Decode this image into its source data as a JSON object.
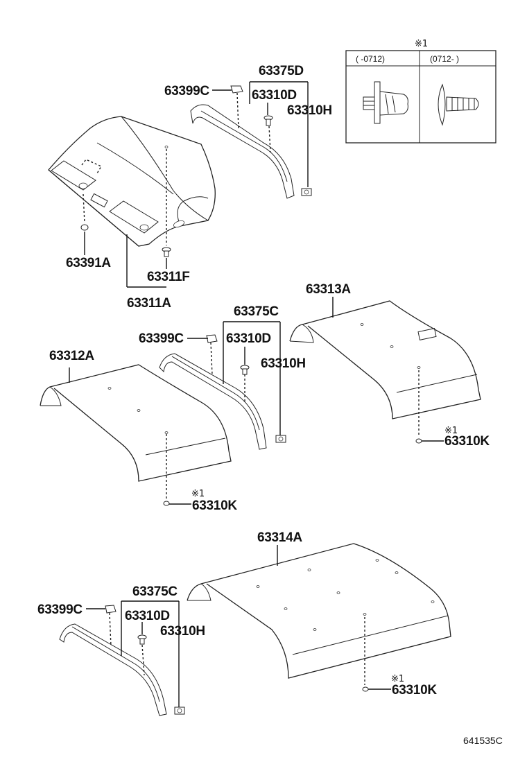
{
  "reference_mark": "※1",
  "legend": {
    "mark": "※1",
    "col_left": "(        -0712)",
    "col_right": "(0712-        )"
  },
  "labels": {
    "p63375D": "63375D",
    "p63399C_1": "63399C",
    "p63310D_1": "63310D",
    "p63310H_1": "63310H",
    "p63391A": "63391A",
    "p63311F": "63311F",
    "p63311A": "63311A",
    "p63375C_1": "63375C",
    "p63399C_2": "63399C",
    "p63310D_2": "63310D",
    "p63310H_2": "63310H",
    "p63313A": "63313A",
    "p63312A": "63312A",
    "p63310K_1": "63310K",
    "p63310K_2": "63310K",
    "p63314A": "63314A",
    "p63375C_2": "63375C",
    "p63399C_3": "63399C",
    "p63310D_3": "63310D",
    "p63310H_3": "63310H",
    "p63310K_3": "63310K"
  },
  "marks": {
    "k1": "※1",
    "k2": "※1",
    "k3": "※1"
  },
  "diagram_code": "641535C"
}
